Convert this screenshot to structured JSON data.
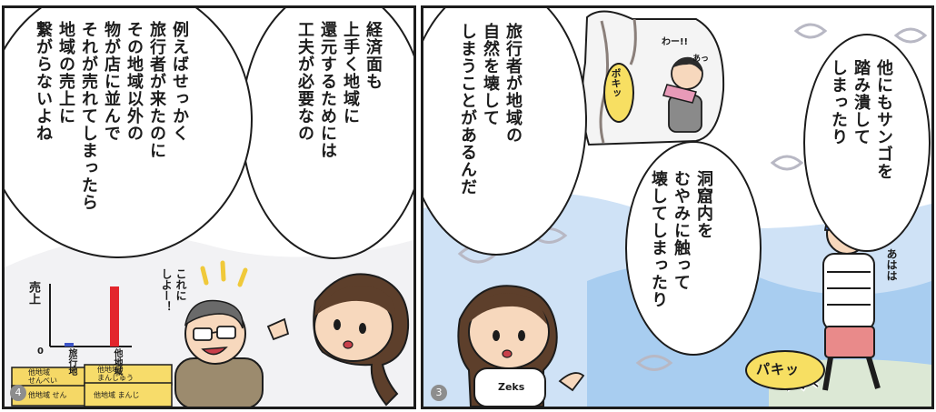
{
  "panels": [
    {
      "number": "4",
      "bubbles": [
        {
          "text": "経済面も\n上手く地域に\n還元するためには\n工夫が必要なの"
        },
        {
          "text": "例えばせっかく\n旅行者が来たのに\nその地域以外の\n物が店に並んで\nそれが売れてしまったら\n地域の売上に\n繋がらないよね"
        }
      ],
      "chart": {
        "y_label": "売上",
        "origin_label": "0",
        "categories": [
          "旅行地",
          "他地域"
        ],
        "values": [
          0.3,
          5.2
        ],
        "colors": [
          "#3d55c8",
          "#e3262c"
        ]
      },
      "man_speech": "これに\nしよー！",
      "shelf_labels": [
        "他地域\nせんべい",
        "他地域\nまんじゅう",
        "他地域 せん",
        "他地域 まんじ"
      ]
    },
    {
      "number": "3",
      "bubbles": [
        {
          "text": "旅行者が地域の\n自然を壊して\nしまうことがあるんだ"
        },
        {
          "text": "他にもサンゴを\n踏み潰して\nしまったり"
        },
        {
          "text": "洞窟内を\nむやみに触って\n壊してしまったり"
        }
      ],
      "sfx": {
        "poki": "ポキッ",
        "paki": "パキッ",
        "wa": "わー!!",
        "a": "あっ",
        "ahaha": "あはは"
      },
      "cap_text": "Zeks"
    }
  ]
}
